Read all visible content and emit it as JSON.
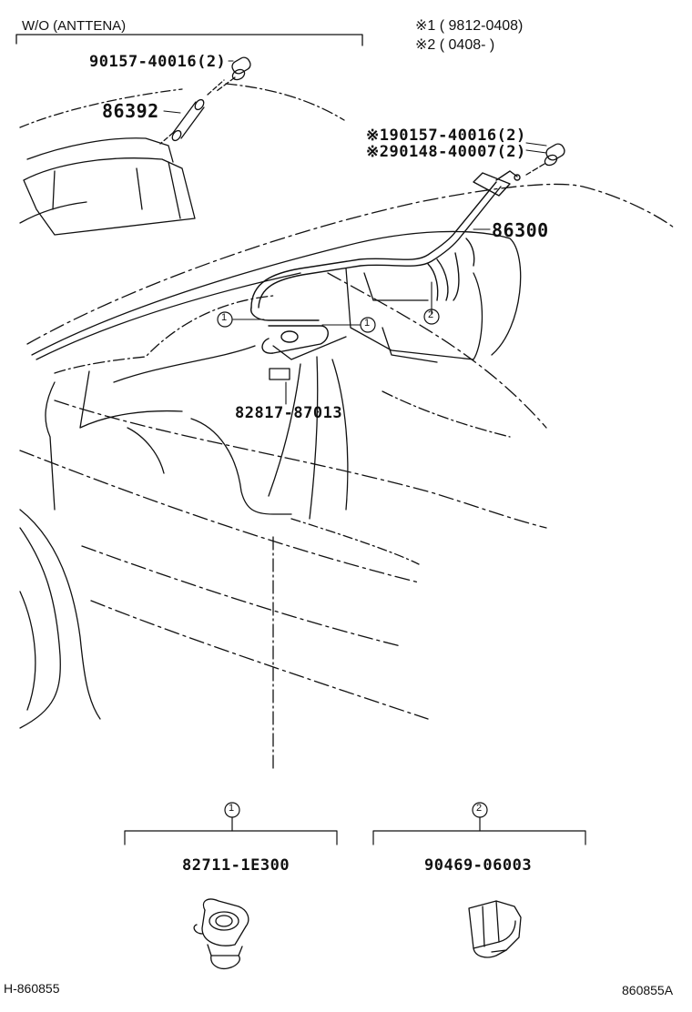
{
  "header": {
    "variant_label": "W/O  (ANTTENA)"
  },
  "notes": {
    "note1": "※1 ( 9812-0408)",
    "note2": "※2 ( 0408-         )"
  },
  "parts": {
    "p_90157_top": "90157-40016(2)",
    "p_86392": "86392",
    "p_noted_1": "※190157-40016(2)",
    "p_noted_2": "※290148-40007(2)",
    "p_86300": "86300",
    "p_82817": "82817-87013"
  },
  "callouts": {
    "c1": "1",
    "c2": "2"
  },
  "legend": {
    "item1_number": "1",
    "item1_part": "82711-1E300",
    "item2_number": "2",
    "item2_part": "90469-06003"
  },
  "footer": {
    "left_code": "H-860855",
    "right_code": "860855A"
  }
}
